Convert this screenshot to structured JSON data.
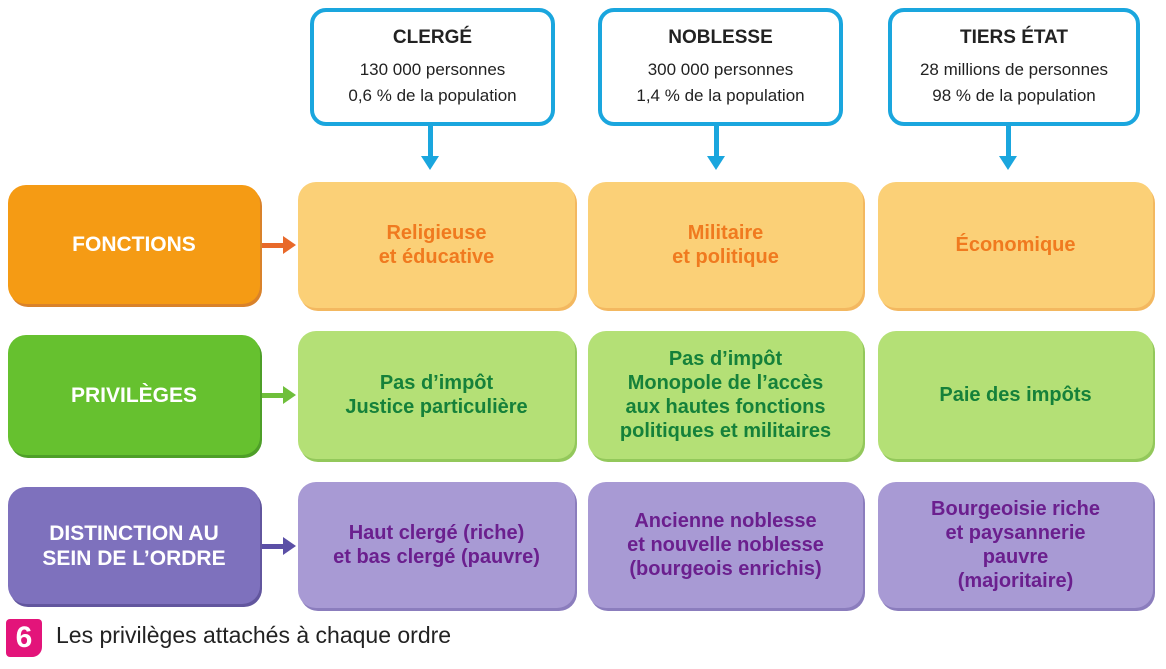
{
  "orders": [
    {
      "title": "CLERGÉ",
      "count": "130 000 personnes",
      "share": "0,6 % de la population"
    },
    {
      "title": "NOBLESSE",
      "count": "300 000 personnes",
      "share": "1,4 % de la population"
    },
    {
      "title": "TIERS ÉTAT",
      "count": "28 millions de personnes",
      "share": "98 % de la population"
    }
  ],
  "rows": [
    {
      "label": [
        "FONCTIONS"
      ],
      "cells": [
        [
          "Religieuse",
          "et éducative"
        ],
        [
          "Militaire",
          "et politique"
        ],
        [
          "Économique"
        ]
      ]
    },
    {
      "label": [
        "PRIVILÈGES"
      ],
      "cells": [
        [
          "Pas d’impôt",
          "Justice particulière"
        ],
        [
          "Pas d’impôt",
          "Monopole de l’accès",
          "aux hautes fonctions",
          "politiques et militaires"
        ],
        [
          "Paie des impôts"
        ]
      ]
    },
    {
      "label": [
        "DISTINCTION AU",
        "SEIN DE L’ORDRE"
      ],
      "cells": [
        [
          "Haut clergé (riche)",
          "et bas clergé (pauvre)"
        ],
        [
          "Ancienne noblesse",
          "et nouvelle noblesse",
          "(bourgeois enrichis)"
        ],
        [
          "Bourgeoisie riche",
          "et paysannerie",
          "pauvre",
          "(majoritaire)"
        ]
      ]
    }
  ],
  "caption": {
    "number": "6",
    "text": "Les privilèges attachés à chaque ordre"
  }
}
